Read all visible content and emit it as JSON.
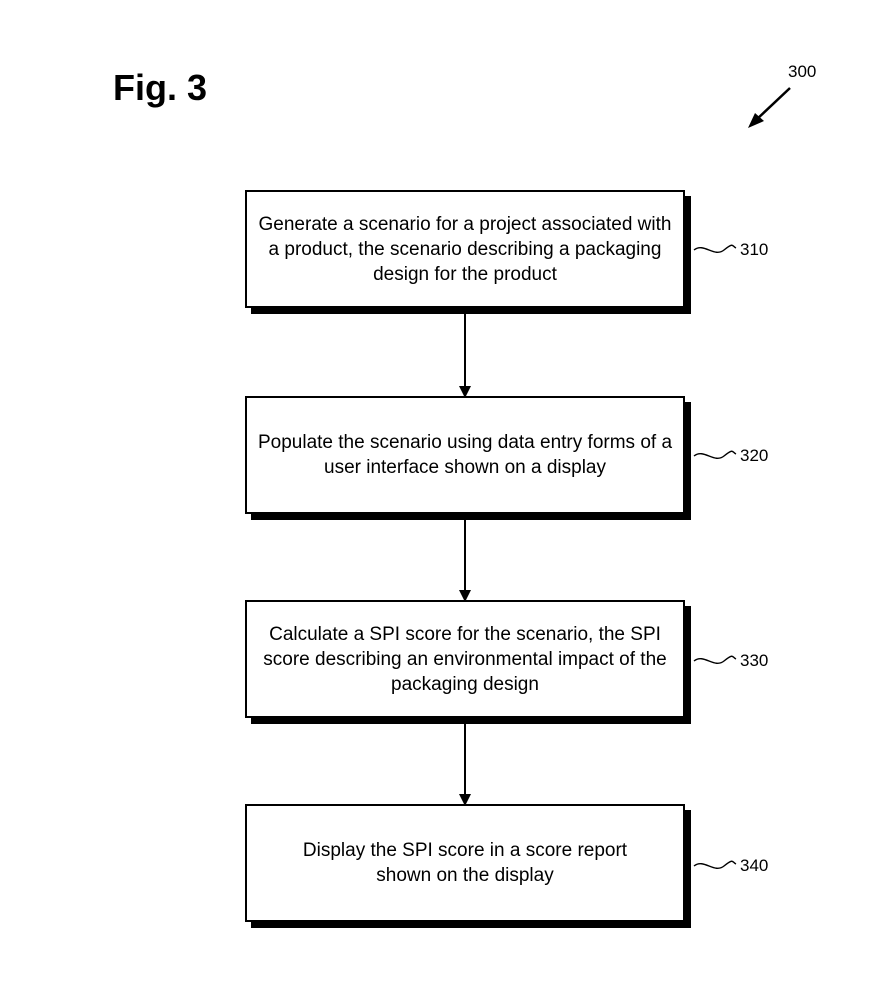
{
  "figure": {
    "title": "Fig. 3",
    "ref": "300"
  },
  "steps": [
    {
      "ref": "310",
      "text": "Generate a scenario for a project associated with a product, the scenario describing a packaging design for the product"
    },
    {
      "ref": "320",
      "text": "Populate the scenario using data entry forms of a user interface shown on a display"
    },
    {
      "ref": "330",
      "text": "Calculate a SPI score for the scenario, the SPI score describing an environmental impact of the packaging design"
    },
    {
      "ref": "340",
      "text": "Display the SPI score in a score report shown on the display"
    }
  ]
}
